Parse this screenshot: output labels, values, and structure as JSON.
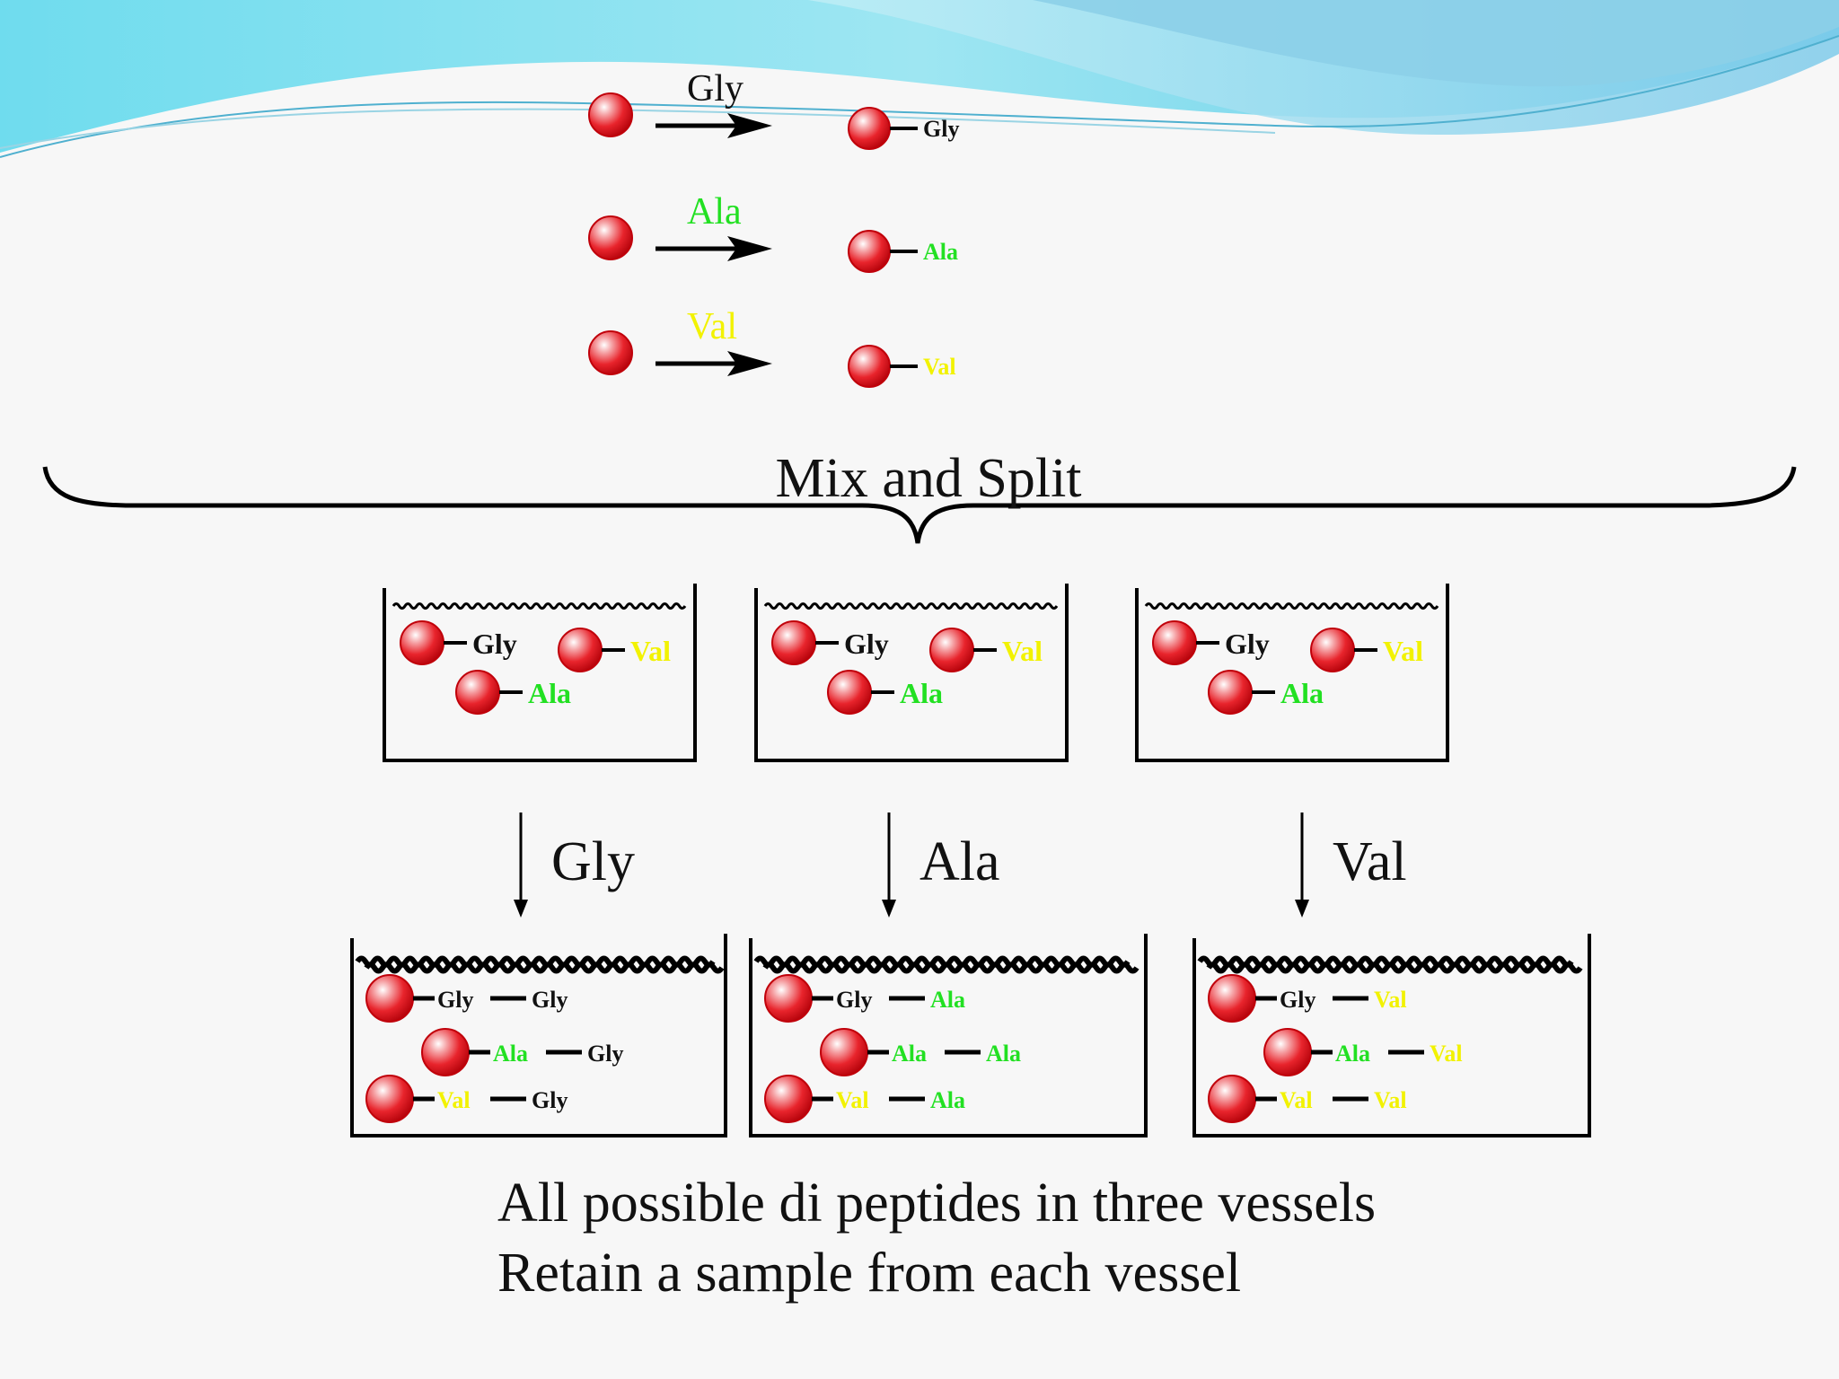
{
  "colors": {
    "gly": "#111111",
    "ala": "#22e022",
    "val": "#f2f200",
    "bead": "#e8141c",
    "wave_band_1": "#5fd6ea",
    "wave_band_2": "#8fd0ea"
  },
  "coupling": [
    {
      "reagent": "Gly",
      "product": "Gly",
      "color_key": "gly"
    },
    {
      "reagent": "Ala",
      "product": "Ala",
      "color_key": "ala"
    },
    {
      "reagent": "Val",
      "product": "Val",
      "color_key": "val"
    }
  ],
  "mix_split_label": "Mix and Split",
  "mixed_vessels": [
    {
      "beads": [
        "Gly",
        "Val",
        "Ala"
      ]
    },
    {
      "beads": [
        "Gly",
        "Val",
        "Ala"
      ]
    },
    {
      "beads": [
        "Gly",
        "Val",
        "Ala"
      ]
    }
  ],
  "second_coupling_labels": [
    "Gly",
    "Ala",
    "Val"
  ],
  "dipeptide_vessels": [
    {
      "rows": [
        [
          "Gly",
          "Gly"
        ],
        [
          "Ala",
          "Gly"
        ],
        [
          "Val",
          "Gly"
        ]
      ]
    },
    {
      "rows": [
        [
          "Gly",
          "Ala"
        ],
        [
          "Ala",
          "Ala"
        ],
        [
          "Val",
          "Ala"
        ]
      ]
    },
    {
      "rows": [
        [
          "Gly",
          "Val"
        ],
        [
          "Ala",
          "Val"
        ],
        [
          "Val",
          "Val"
        ]
      ]
    }
  ],
  "caption": {
    "line1": "All possible di peptides in three vessels",
    "line2": "Retain a sample from each vessel"
  }
}
